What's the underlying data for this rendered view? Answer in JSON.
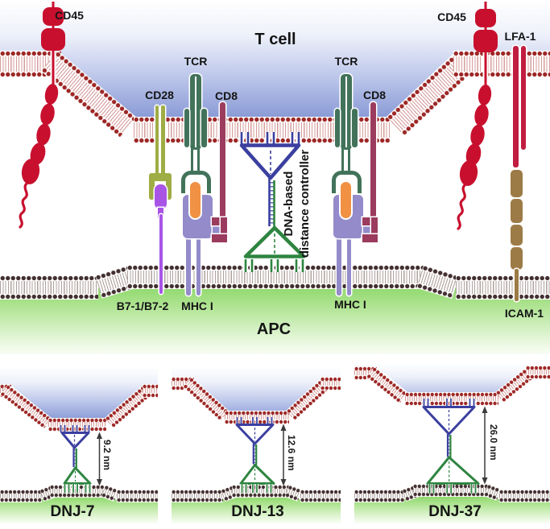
{
  "main": {
    "t_cell_label": "T cell",
    "apc_label": "APC",
    "proteins": {
      "cd45_left": "CD45",
      "cd45_right": "CD45",
      "tcr_left": "TCR",
      "tcr_right": "TCR",
      "cd28": "CD28",
      "cd8_left": "CD8",
      "cd8_right": "CD8",
      "lfa1": "LFA-1",
      "b7": "B7-1/B7-2",
      "mhc_left": "MHC I",
      "mhc_right": "MHC I",
      "icam1": "ICAM-1"
    },
    "controller": {
      "line1": "DNA-based",
      "line2": "distance controller"
    }
  },
  "panels": [
    {
      "name": "DNJ-7",
      "distance": "9.2 nm"
    },
    {
      "name": "DNJ-13",
      "distance": "12.6 nm"
    },
    {
      "name": "DNJ-37",
      "distance": "26.0 nm"
    }
  ],
  "colors": {
    "tcell_blue": "#8b9bd6",
    "apc_green": "#7fd35a",
    "membrane_head_tcell": "#9d2826",
    "membrane_head_apc": "#443031",
    "cd45_red": "#c8102e",
    "lfa1_red": "#c11d40",
    "cd28_olive": "#9fad45",
    "b7_purple": "#a855e6",
    "tcr_green": "#42735a",
    "peptide_orange": "#f09143",
    "mhc_lavender": "#938bca",
    "cd8_maroon": "#9b3c5f",
    "icam_tan": "#9d7b46",
    "dna_blue": "#3b3f9f",
    "dna_green": "#2e8540"
  }
}
